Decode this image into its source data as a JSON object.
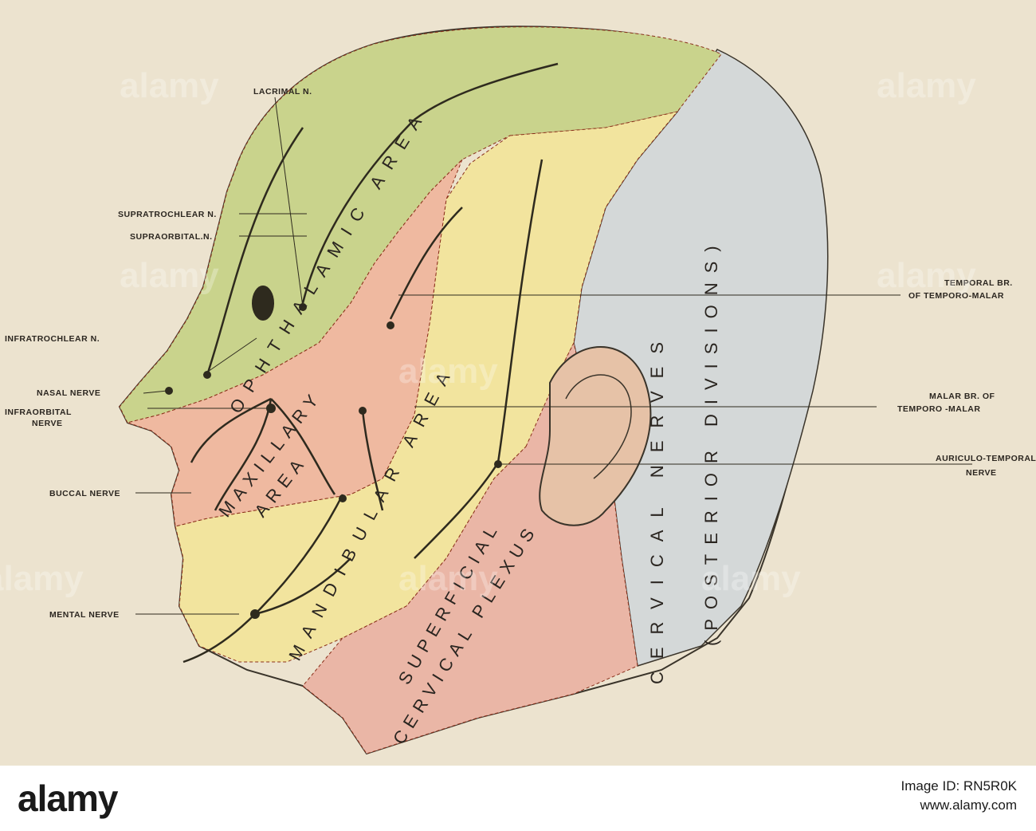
{
  "nerve_labels": {
    "lacrimal": "LACRIMAL N.",
    "supratrochlear": "SUPRATROCHLEAR N.",
    "supraorbital": "SUPRAORBITAL.N.",
    "infratrochlear": "INFRATROCHLEAR N.",
    "nasal": "NASAL NERVE",
    "infraorbital_1": "INFRAORBITAL",
    "infraorbital_2": "NERVE",
    "buccal": "BUCCAL NERVE",
    "mental": "MENTAL NERVE",
    "temporal_1": "TEMPORAL BR.",
    "temporal_2": "OF TEMPORO-MALAR",
    "malar_1": "MALAR BR. OF",
    "malar_2": "TEMPORO -MALAR",
    "auriculo_1": "AURICULO-TEMPORAL",
    "auriculo_2": "NERVE"
  },
  "area_labels": {
    "ophthalamic": "OPHTHALAMIC AREA",
    "maxillary_1": "MAXILLARY",
    "maxillary_2": "AREA",
    "mandibular": "MANDIBULAR AREA",
    "superficial_1": "SUPERFICIAL",
    "superficial_2": "CERVICAL PLEXUS",
    "cervical_1": "CERVICAL NERVES",
    "cervical_2": "(POSTERIOR DIVISIONS)"
  },
  "watermark": "alamy",
  "footer": {
    "logo": "alamy",
    "image_id": "Image ID: RN5R0K",
    "url": "www.alamy.com"
  },
  "colors": {
    "ophthalmic": "#c9d38c",
    "maxillary": "#efb9a0",
    "mandibular": "#f2e49e",
    "cervical_plexus": "#eab6a6",
    "cervical_nerves": "#d4d8d8",
    "nerve": "#2e2a1e"
  }
}
